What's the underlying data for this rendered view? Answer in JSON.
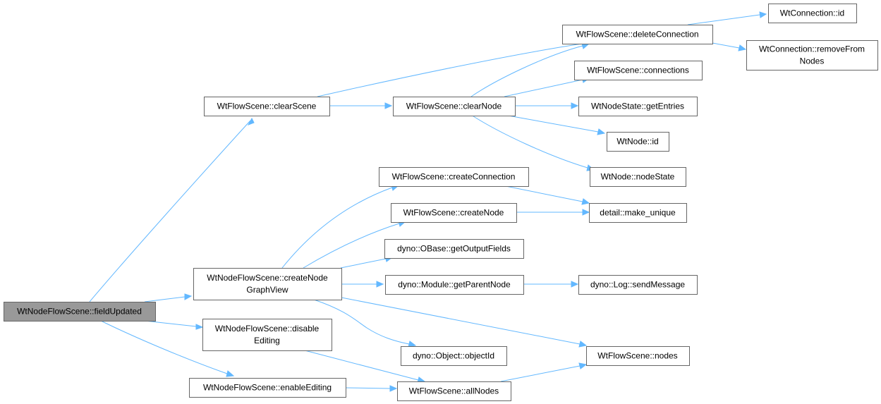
{
  "graph": {
    "colors": {
      "edge": "#63b8ff",
      "node_border": "#666666",
      "root_fill": "#999999",
      "node_fill": "#ffffff"
    },
    "nodes": {
      "fieldUpdated": {
        "lines": [
          "WtNodeFlowScene::fieldUpdated"
        ]
      },
      "clearScene": {
        "lines": [
          "WtFlowScene::clearScene"
        ]
      },
      "createNodeGraphView": {
        "lines": [
          "WtNodeFlowScene::createNode",
          "GraphView"
        ]
      },
      "disableEditing": {
        "lines": [
          "WtNodeFlowScene::disable",
          "Editing"
        ]
      },
      "enableEditing": {
        "lines": [
          "WtNodeFlowScene::enableEditing"
        ]
      },
      "clearNode": {
        "lines": [
          "WtFlowScene::clearNode"
        ]
      },
      "deleteConnection": {
        "lines": [
          "WtFlowScene::deleteConnection"
        ]
      },
      "connections": {
        "lines": [
          "WtFlowScene::connections"
        ]
      },
      "getEntries": {
        "lines": [
          "WtNodeState::getEntries"
        ]
      },
      "nodeId": {
        "lines": [
          "WtNode::id"
        ]
      },
      "nodeState": {
        "lines": [
          "WtNode::nodeState"
        ]
      },
      "connectionId": {
        "lines": [
          "WtConnection::id"
        ]
      },
      "removeFromNodes": {
        "lines": [
          "WtConnection::removeFrom",
          "Nodes"
        ]
      },
      "createConnection": {
        "lines": [
          "WtFlowScene::createConnection"
        ]
      },
      "createNode": {
        "lines": [
          "WtFlowScene::createNode"
        ]
      },
      "makeUnique": {
        "lines": [
          "detail::make_unique"
        ]
      },
      "getOutputFields": {
        "lines": [
          "dyno::OBase::getOutputFields"
        ]
      },
      "getParentNode": {
        "lines": [
          "dyno::Module::getParentNode"
        ]
      },
      "sendMessage": {
        "lines": [
          "dyno::Log::sendMessage"
        ]
      },
      "objectId": {
        "lines": [
          "dyno::Object::objectId"
        ]
      },
      "nodes": {
        "lines": [
          "WtFlowScene::nodes"
        ]
      },
      "allNodes": {
        "lines": [
          "WtFlowScene::allNodes"
        ]
      }
    }
  }
}
